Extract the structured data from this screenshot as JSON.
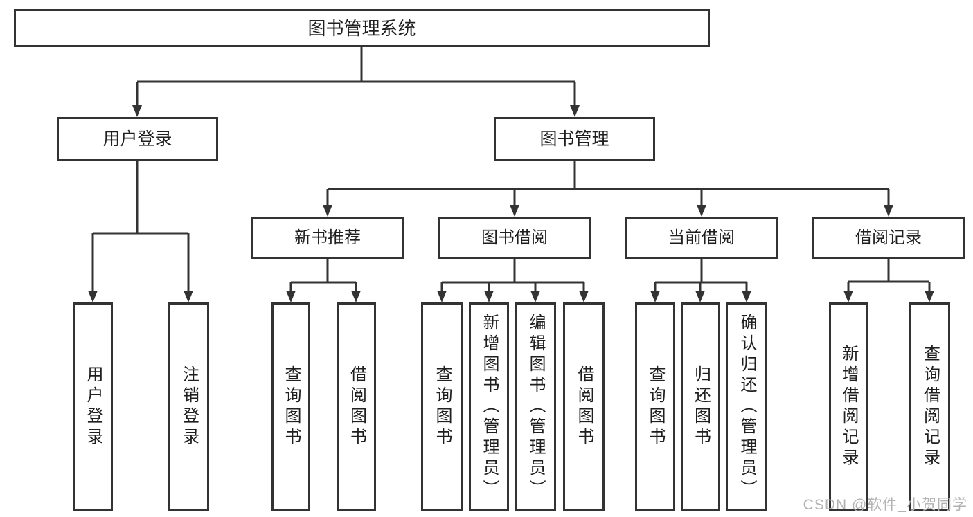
{
  "diagram": {
    "root": {
      "label": "图书管理系统"
    },
    "branches": [
      {
        "label": "用户登录",
        "children": [
          {
            "label": "用户登录"
          },
          {
            "label": "注销登录"
          }
        ]
      },
      {
        "label": "图书管理",
        "children": [
          {
            "label": "新书推荐",
            "children": [
              {
                "label": "查询图书"
              },
              {
                "label": "借阅图书"
              }
            ]
          },
          {
            "label": "图书借阅",
            "children": [
              {
                "label": "查询图书"
              },
              {
                "label": "新增图书（管理员）"
              },
              {
                "label": "编辑图书（管理员）"
              },
              {
                "label": "借阅图书"
              }
            ]
          },
          {
            "label": "当前借阅",
            "children": [
              {
                "label": "查询图书"
              },
              {
                "label": "归还图书"
              },
              {
                "label": "确认归还（管理员）"
              }
            ]
          },
          {
            "label": "借阅记录",
            "children": [
              {
                "label": "新增借阅记录"
              },
              {
                "label": "查询借阅记录"
              }
            ]
          }
        ]
      }
    ]
  },
  "watermark": {
    "text": "CSDN @软件_小贺同学"
  },
  "colors": {
    "line": "#333333",
    "text": "#1f1f1f",
    "background": "#ffffff",
    "watermark": "#b2b2b2"
  }
}
